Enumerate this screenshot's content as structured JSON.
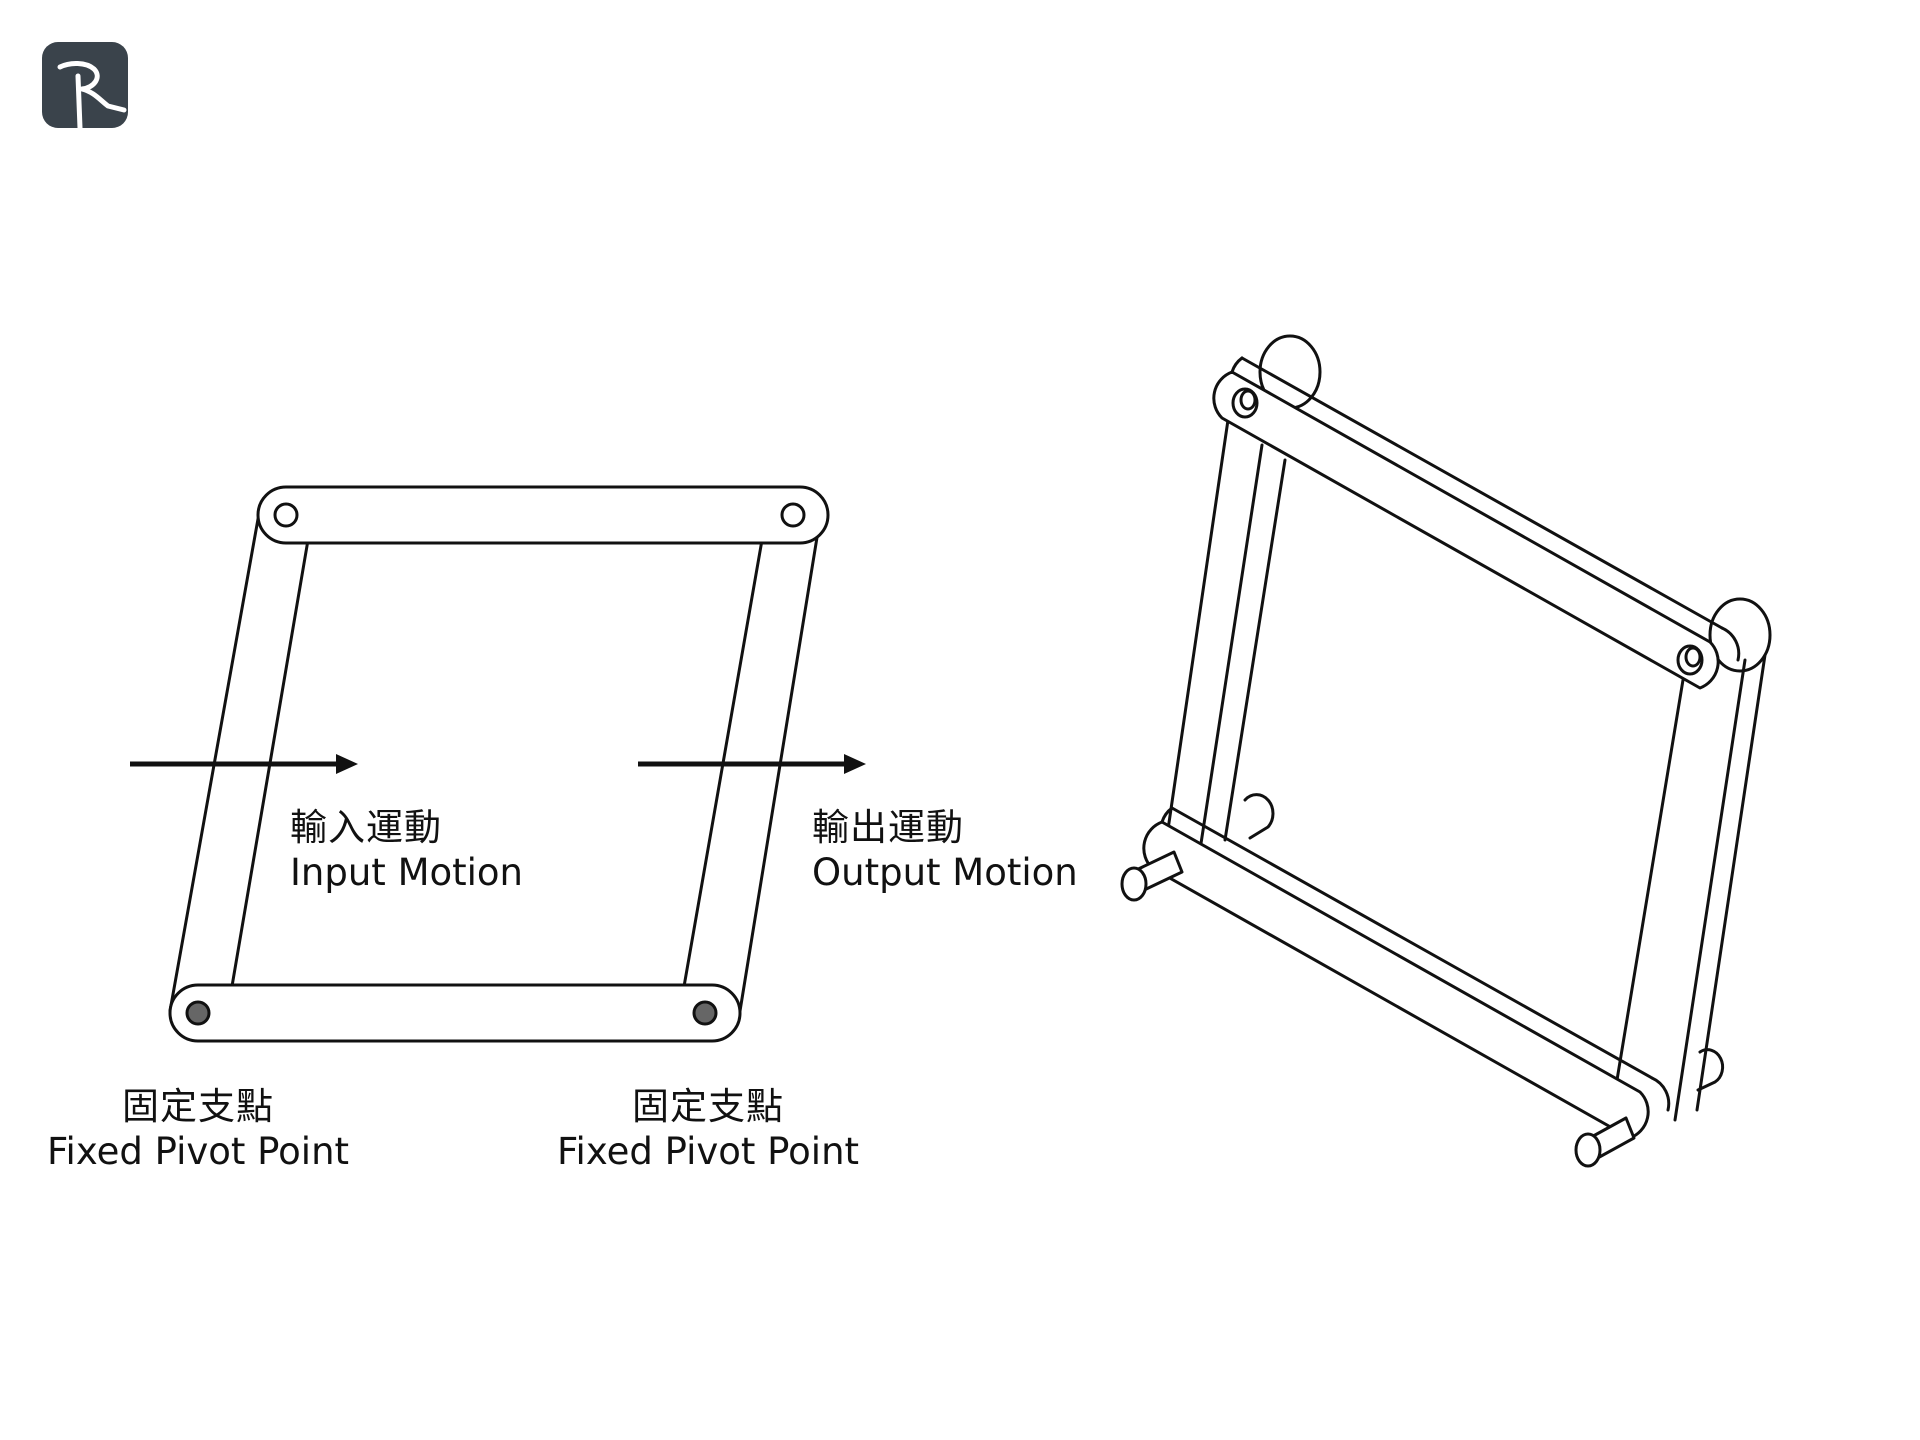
{
  "labels": {
    "input_motion": {
      "zh": "輸入運動",
      "en": "Input Motion"
    },
    "output_motion": {
      "zh": "輸出運動",
      "en": "Output Motion"
    },
    "fixed_pivot_left": {
      "zh": "固定支點",
      "en": "Fixed Pivot Point"
    },
    "fixed_pivot_right": {
      "zh": "固定支點",
      "en": "Fixed Pivot Point"
    }
  },
  "colors": {
    "logo": "#3a434b",
    "stroke": "#111111",
    "fixed_pivot_fill": "#666666"
  },
  "icons": {
    "logo": "brand-logo-icon",
    "input_arrow": "arrow-right-icon",
    "output_arrow": "arrow-right-icon"
  }
}
